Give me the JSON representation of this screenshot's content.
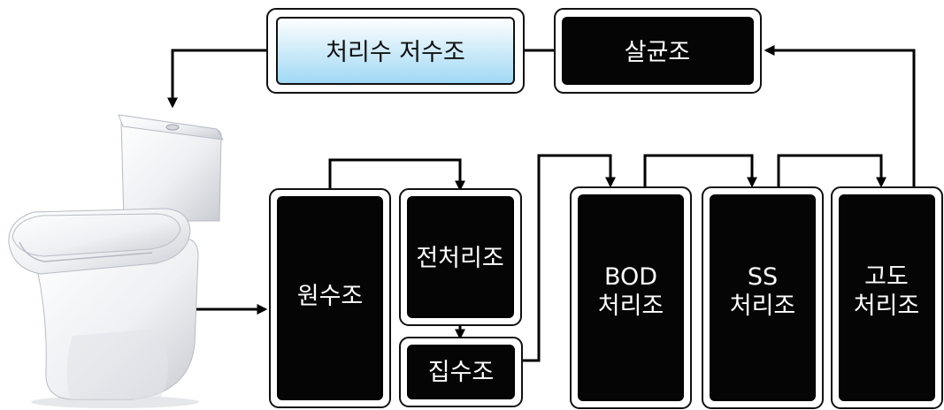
{
  "units": {
    "treated_water_tank": "처리수 저수조",
    "disinfection_tank": "살균조",
    "raw_water_tank": "원수조",
    "pretreatment_tank": "전처리조",
    "collection_tank": "집수조",
    "bod_treatment_line1": "BOD",
    "bod_treatment_line2": "처리조",
    "ss_treatment_line1": "SS",
    "ss_treatment_line2": "처리조",
    "advanced_treatment_line1": "고도",
    "advanced_treatment_line2": "처리조"
  },
  "colors": {
    "dark_box": "#050505",
    "light_box_top": "#ffffff",
    "light_box_bottom": "#9fd8f4",
    "flow_line": "#000000"
  },
  "icons": [
    "toilet-icon"
  ]
}
